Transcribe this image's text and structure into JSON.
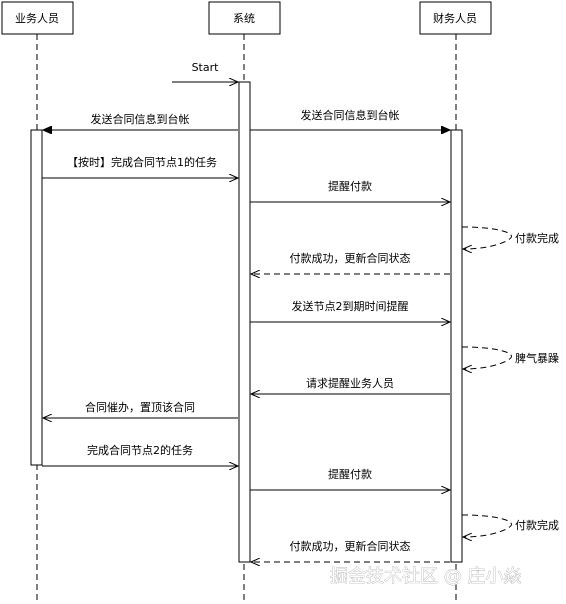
{
  "participants": {
    "sales": "业务人员",
    "system": "系统",
    "finance": "财务人员"
  },
  "messages": {
    "start": "Start",
    "send_left": "发送合同信息到台帐",
    "send_right": "发送合同信息到台帐",
    "on_time_node1": "【按时】完成合同节点1的任务",
    "remind_pay_1": "提醒付款",
    "pay_done_1": "付款完成",
    "pay_success_1": "付款成功，更新合同状态",
    "send_node2": "发送节点2到期时间提醒",
    "temper": "脾气暴躁",
    "request_remind": "请求提醒业务人员",
    "urge_contract": "合同催办，置顶该合同",
    "finish_node2": "完成合同节点2的任务",
    "remind_pay_2": "提醒付款",
    "pay_done_2": "付款完成",
    "pay_success_2": "付款成功，更新合同状态"
  },
  "watermark": "掘金技术社区 @ 庄小焱"
}
